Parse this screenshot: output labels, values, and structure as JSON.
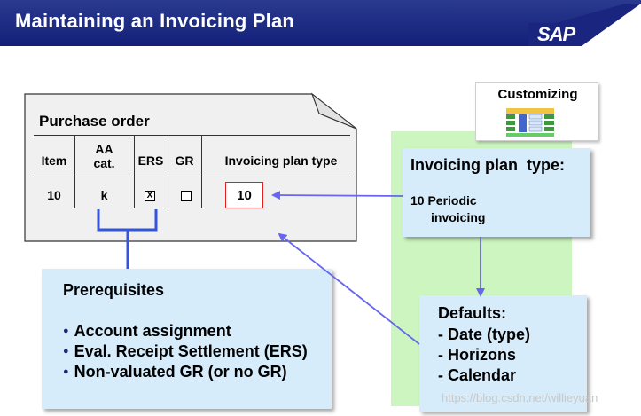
{
  "header": {
    "title": "Maintaining an Invoicing Plan",
    "logo_text": "SAP"
  },
  "purchase_order": {
    "title": "Purchase order",
    "columns": [
      "Item",
      "AA\ncat.",
      "ERS",
      "GR",
      "Invoicing plan type"
    ],
    "column_line1": [
      "Item",
      "AA",
      "ERS",
      "GR",
      "Invoicing plan type"
    ],
    "column_line2": [
      "",
      "cat.",
      "",
      "",
      ""
    ],
    "row": {
      "item": "10",
      "aa_cat": "k",
      "ers_checked": true,
      "ers_mark": "X",
      "gr_checked": false,
      "invoicing_plan_type": "10"
    }
  },
  "customizing": {
    "label": "Customizing",
    "icon": "customizing-diagram-icon"
  },
  "invoicing_plan_type_box": {
    "title": "Invoicing plan  type:",
    "line1": "10 Periodic",
    "line2": "invoicing"
  },
  "defaults_box": {
    "title": "Defaults:",
    "items": [
      "- Date (type)",
      "- Horizons",
      "- Calendar"
    ]
  },
  "prerequisites_box": {
    "title": "Prerequisites",
    "items": [
      "Account assignment",
      "Eval. Receipt Settlement (ERS)",
      "Non-valuated GR (or no GR)"
    ]
  },
  "watermark": "https://blog.csdn.net/willieyuan",
  "colors": {
    "header_bg": "#1a2580",
    "card_bg": "#f0f0f0",
    "green_panel": "#ccf5c0",
    "blue_box": "#d6ecfb",
    "arrow": "#6666ee",
    "bracket": "#3355dd",
    "highlight_border": "#e02020"
  }
}
